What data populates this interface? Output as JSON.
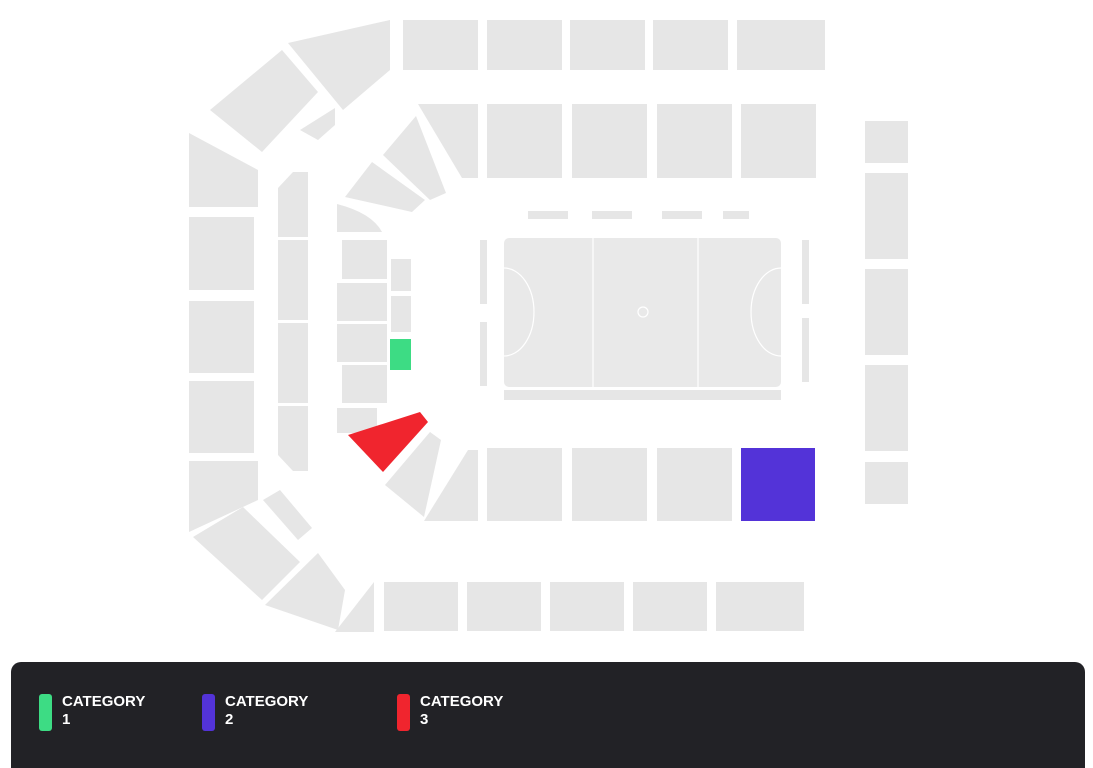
{
  "legend": {
    "categories": [
      {
        "label": "CATEGORY",
        "number": "1",
        "color": "#3ddc84"
      },
      {
        "label": "CATEGORY",
        "number": "2",
        "color": "#5333d8"
      },
      {
        "label": "CATEGORY",
        "number": "3",
        "color": "#f0252e"
      }
    ]
  },
  "seatmap": {
    "section_color": "#e6e6e6",
    "highlighted_sections": [
      {
        "section": "lower-left-box",
        "category": "1"
      },
      {
        "section": "right-bottom-block",
        "category": "2"
      },
      {
        "section": "lower-left-corner-wedge",
        "category": "3"
      }
    ]
  }
}
